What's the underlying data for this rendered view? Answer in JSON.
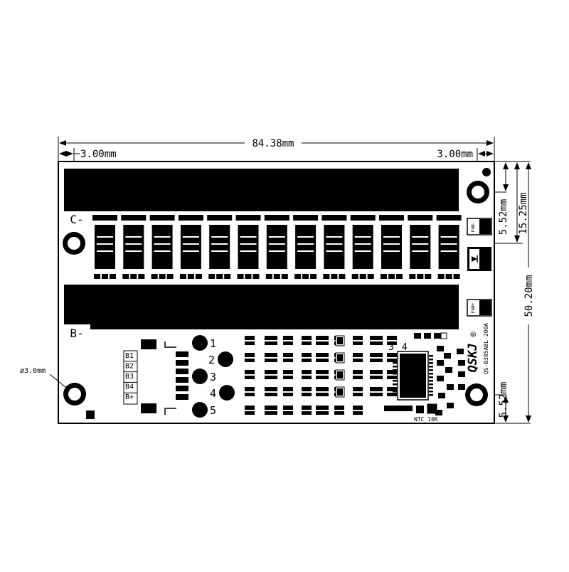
{
  "dimensions": {
    "overall_width": "84.38mm",
    "left_margin": "3.00mm",
    "right_margin": "3.00mm",
    "overall_height": "50.20mm",
    "top_hole_offset": "15.25mm",
    "top_hole_edge": "5.52mm",
    "bottom_hole_edge": "5.52mm",
    "hole_diameter": "ø3.0mm"
  },
  "board": {
    "label_c": "C-",
    "label_b": "B-",
    "fan_minus": "FAN-",
    "fan_plus": "FAN+",
    "balance_pins": [
      "B1",
      "B2",
      "B3",
      "B4",
      "B+"
    ],
    "test_points": [
      "1",
      "2",
      "3",
      "4",
      "5"
    ],
    "ic_labels": [
      "3",
      "4"
    ],
    "ntc_label": "NTC 10K",
    "brand": "QSKJ",
    "registered": "®",
    "model": "QS-B305ABL-200A"
  },
  "colors": {
    "ink": "#000000",
    "paper": "#ffffff"
  }
}
